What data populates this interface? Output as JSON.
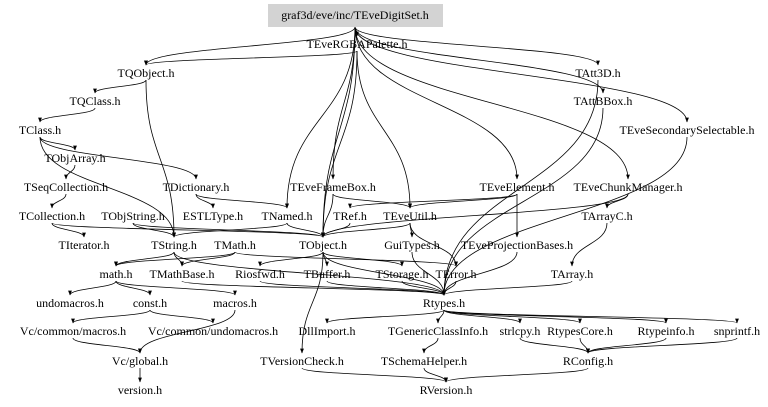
{
  "root": {
    "label": "graf3d/eve/inc/TEveDigitSet.h",
    "fill": "#d3d3d3"
  },
  "nodes": [
    {
      "label": "TEveRGBAPalette.h"
    },
    {
      "label": "TQObject.h"
    },
    {
      "label": "TQClass.h"
    },
    {
      "label": "TClass.h"
    },
    {
      "label": "TObjArray.h"
    },
    {
      "label": "TSeqCollection.h"
    },
    {
      "label": "TDictionary.h"
    },
    {
      "label": "TCollection.h"
    },
    {
      "label": "TObjString.h"
    },
    {
      "label": "ESTLType.h"
    },
    {
      "label": "TNamed.h"
    },
    {
      "label": "TRef.h"
    },
    {
      "label": "TEveUtil.h"
    },
    {
      "label": "TEveFrameBox.h"
    },
    {
      "label": "TEveElement.h"
    },
    {
      "label": "TEveChunkManager.h"
    },
    {
      "label": "TAtt3D.h"
    },
    {
      "label": "TAttBBox.h"
    },
    {
      "label": "TEveSecondarySelectable.h"
    },
    {
      "label": "TArrayC.h"
    },
    {
      "label": "TIterator.h"
    },
    {
      "label": "TString.h"
    },
    {
      "label": "TMath.h"
    },
    {
      "label": "TObject.h"
    },
    {
      "label": "GuiTypes.h"
    },
    {
      "label": "TEveProjectionBases.h"
    },
    {
      "label": "math.h"
    },
    {
      "label": "TMathBase.h"
    },
    {
      "label": "Riosfwd.h"
    },
    {
      "label": "TBuffer.h"
    },
    {
      "label": "TStorage.h"
    },
    {
      "label": "TError.h"
    },
    {
      "label": "TArray.h"
    },
    {
      "label": "undomacros.h"
    },
    {
      "label": "const.h"
    },
    {
      "label": "macros.h"
    },
    {
      "label": "Rtypes.h"
    },
    {
      "label": "Vc/common/macros.h"
    },
    {
      "label": "Vc/common/undomacros.h"
    },
    {
      "label": "DllImport.h"
    },
    {
      "label": "TGenericClassInfo.h"
    },
    {
      "label": "strlcpy.h"
    },
    {
      "label": "RtypesCore.h"
    },
    {
      "label": "Rtypeinfo.h"
    },
    {
      "label": "snprintf.h"
    },
    {
      "label": "Vc/global.h"
    },
    {
      "label": "TVersionCheck.h"
    },
    {
      "label": "TSchemaHelper.h"
    },
    {
      "label": "RConfig.h"
    },
    {
      "label": "version.h"
    },
    {
      "label": "RVersion.h"
    }
  ],
  "edges": [
    [
      "root",
      0
    ],
    [
      "root",
      1
    ],
    [
      "root",
      16
    ],
    [
      "root",
      17
    ],
    [
      "root",
      18
    ],
    [
      "root",
      10
    ],
    [
      "root",
      13
    ],
    [
      "root",
      14
    ],
    [
      "root",
      15
    ],
    [
      "root",
      23
    ],
    [
      0,
      1
    ],
    [
      0,
      12
    ],
    [
      0,
      23
    ],
    [
      1,
      2
    ],
    [
      1,
      21
    ],
    [
      2,
      3
    ],
    [
      3,
      4
    ],
    [
      3,
      6
    ],
    [
      3,
      21
    ],
    [
      4,
      5
    ],
    [
      5,
      7
    ],
    [
      7,
      20
    ],
    [
      7,
      23
    ],
    [
      8,
      21
    ],
    [
      8,
      23
    ],
    [
      6,
      9
    ],
    [
      6,
      10
    ],
    [
      10,
      23
    ],
    [
      10,
      21
    ],
    [
      11,
      23
    ],
    [
      12,
      23
    ],
    [
      12,
      24
    ],
    [
      12,
      31
    ],
    [
      14,
      12
    ],
    [
      14,
      25
    ],
    [
      14,
      11
    ],
    [
      13,
      12
    ],
    [
      13,
      23
    ],
    [
      15,
      19
    ],
    [
      15,
      23
    ],
    [
      19,
      32
    ],
    [
      32,
      36
    ],
    [
      16,
      36
    ],
    [
      17,
      36
    ],
    [
      18,
      36
    ],
    [
      21,
      27
    ],
    [
      21,
      26
    ],
    [
      21,
      36
    ],
    [
      22,
      27
    ],
    [
      22,
      31
    ],
    [
      22,
      26
    ],
    [
      23,
      28
    ],
    [
      23,
      29
    ],
    [
      23,
      30
    ],
    [
      23,
      46
    ],
    [
      23,
      36
    ],
    [
      26,
      33
    ],
    [
      26,
      34
    ],
    [
      26,
      35
    ],
    [
      34,
      37
    ],
    [
      34,
      38
    ],
    [
      37,
      45
    ],
    [
      35,
      45
    ],
    [
      45,
      49
    ],
    [
      27,
      36
    ],
    [
      28,
      36
    ],
    [
      29,
      36
    ],
    [
      30,
      36
    ],
    [
      31,
      36
    ],
    [
      24,
      36
    ],
    [
      25,
      36
    ],
    [
      36,
      40
    ],
    [
      36,
      41
    ],
    [
      36,
      42
    ],
    [
      36,
      43
    ],
    [
      36,
      44
    ],
    [
      36,
      39
    ],
    [
      40,
      47
    ],
    [
      41,
      48
    ],
    [
      42,
      48
    ],
    [
      43,
      48
    ],
    [
      44,
      48
    ],
    [
      48,
      50
    ],
    [
      46,
      50
    ],
    [
      47,
      50
    ]
  ]
}
